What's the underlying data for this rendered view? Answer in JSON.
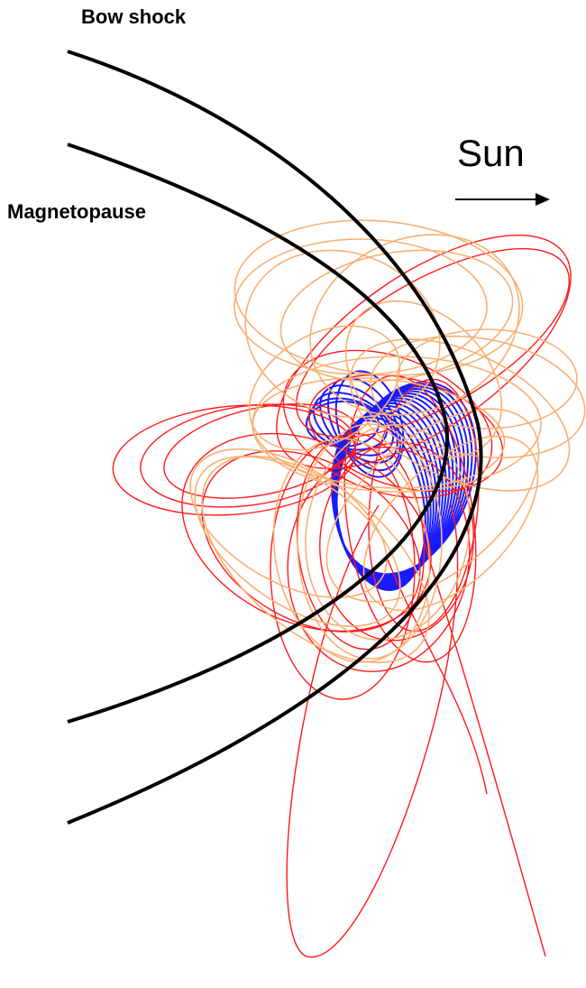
{
  "labels": {
    "bow_shock": "Bow shock",
    "magnetopause": "Magnetopause",
    "sun": "Sun"
  },
  "colors": {
    "background": "#ffffff",
    "boundary": "#000000",
    "orbit_red": "#ff1a1a",
    "orbit_blue": "#1a1aff",
    "orbit_orange": "#f8b074",
    "arrow": "#000000"
  },
  "icons": {
    "sun_direction": "right-arrow-icon"
  }
}
